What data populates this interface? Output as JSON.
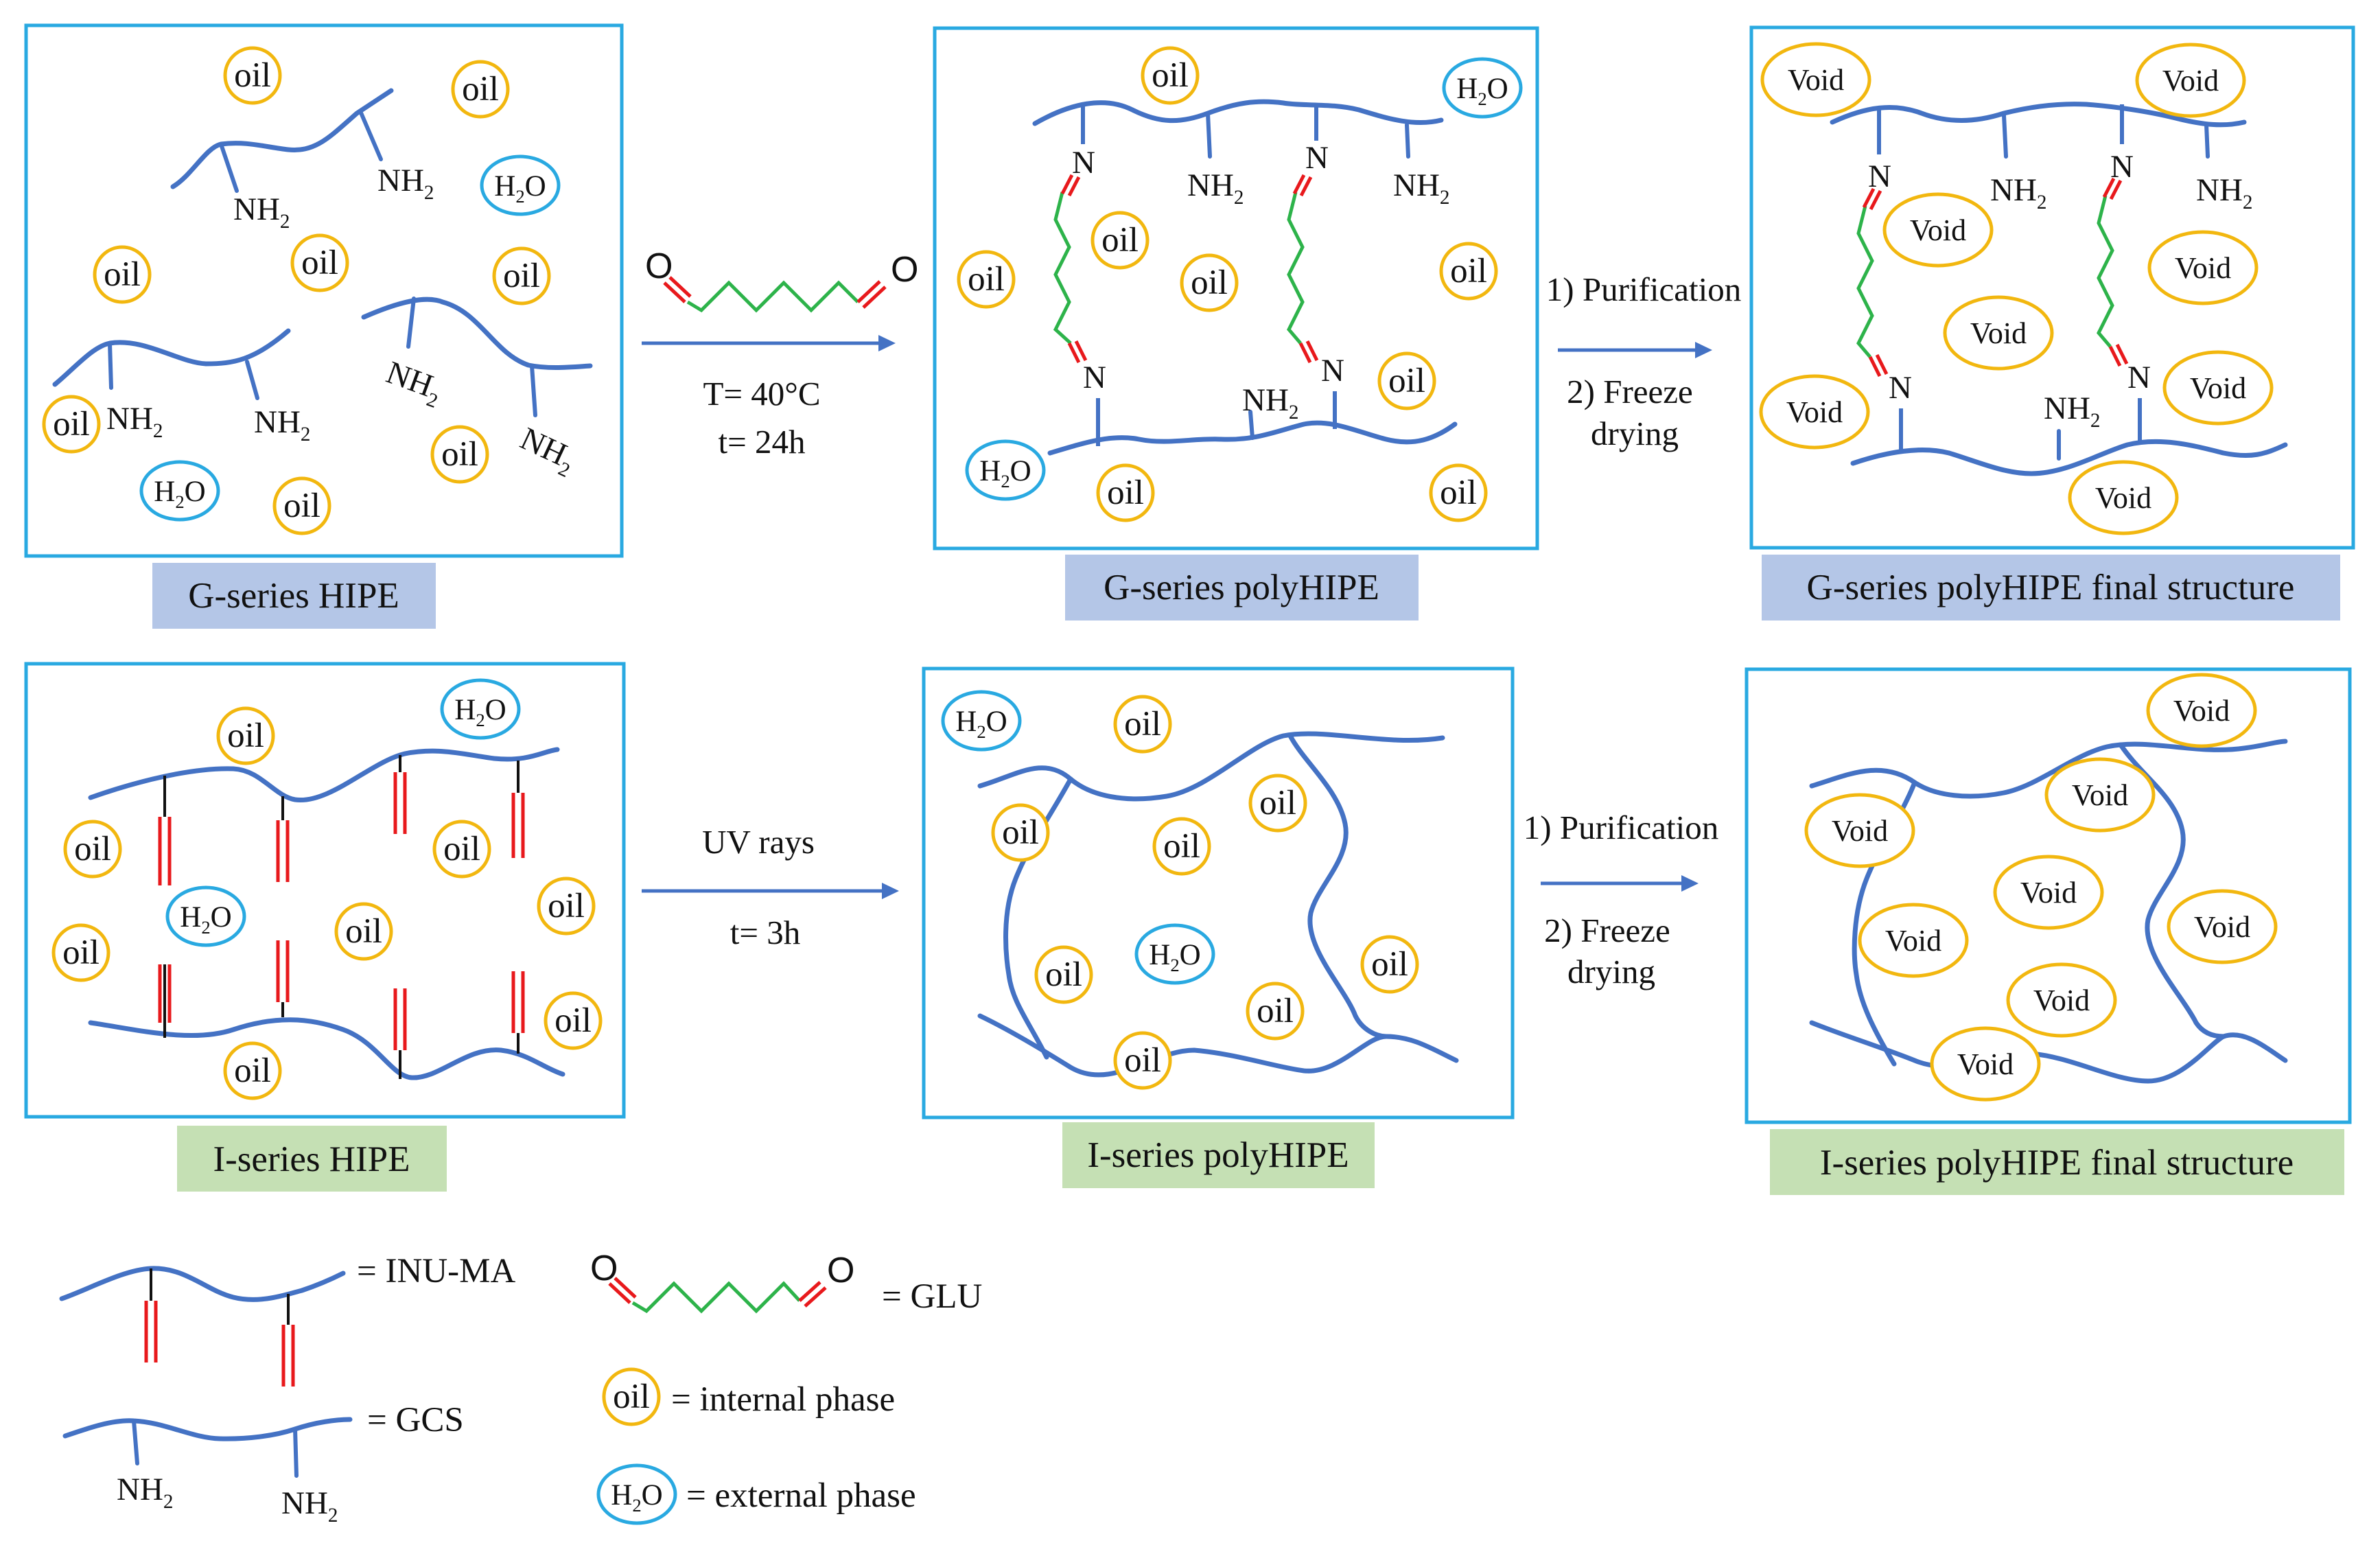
{
  "colors": {
    "chain": "#4472C4",
    "frame": "#29A9E1",
    "oil_circle": "#F2B70F",
    "h2o_circle": "#29A9E1",
    "arrow": "#4472C4",
    "double_bond": "#E8191C",
    "linker": "#2DB34A",
    "g_label_bg": "#B4C6E7",
    "i_label_bg": "#C5E0B4",
    "text": "#111111"
  },
  "labels": {
    "oil": "oil",
    "h2o_main": "H",
    "h2o_sub": "2",
    "h2o_tail": "O",
    "void": "Void",
    "nh_main": "NH",
    "nh_sub": "2",
    "imine_n": "N",
    "carbonyl_o": "O"
  },
  "panels": {
    "g_hipe": {
      "label": "G-series HIPE"
    },
    "g_poly": {
      "label": "G-series polyHIPE"
    },
    "g_final": {
      "label": "G-series polyHIPE final structure"
    },
    "i_hipe": {
      "label": "I-series HIPE"
    },
    "i_poly": {
      "label": "I-series polyHIPE"
    },
    "i_final": {
      "label": "I-series polyHIPE final structure"
    }
  },
  "steps": {
    "g_reaction": {
      "temp": "T= 40°C",
      "time": "t= 24h"
    },
    "i_reaction": {
      "agent": "UV rays",
      "time": "t= 3h"
    },
    "g_workup": {
      "line1": "1) Purification",
      "line2": "2) Freeze",
      "line3": "drying"
    },
    "i_workup": {
      "line1": "1) Purification",
      "line2": "2) Freeze",
      "line3": "drying"
    }
  },
  "legend": {
    "inu_ma": "= INU-MA",
    "gcs": "= GCS",
    "glu": "=  GLU",
    "internal": "= internal phase",
    "external": "= external phase"
  }
}
